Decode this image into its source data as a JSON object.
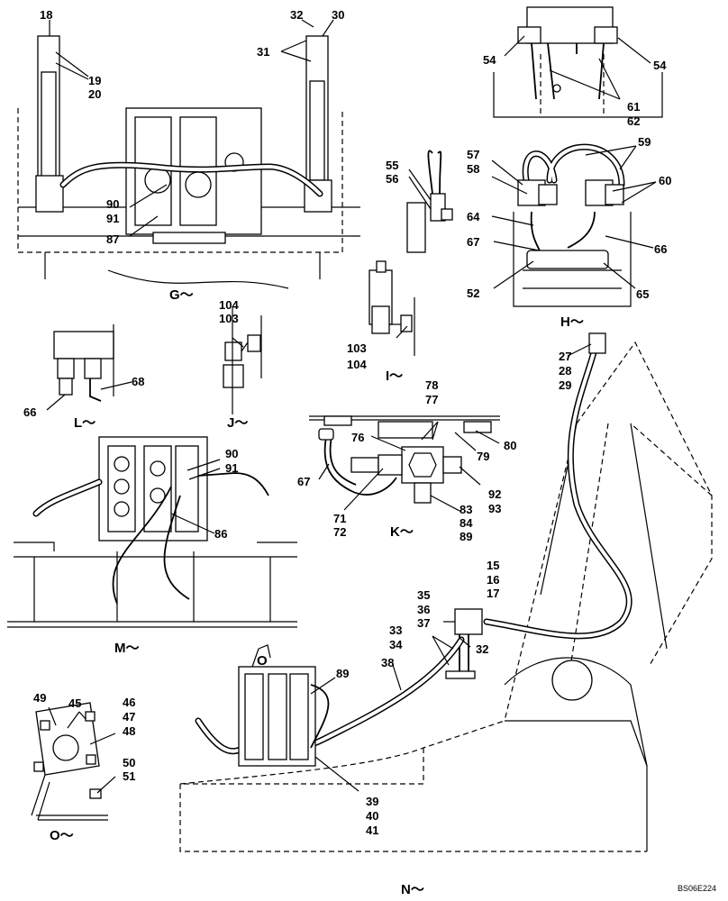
{
  "callouts": {
    "c18": "18",
    "c19": "19",
    "c20": "20",
    "c32a": "32",
    "c30": "30",
    "c31": "31",
    "c90a": "90",
    "c91a": "91",
    "c87": "87",
    "c54a": "54",
    "c54b": "54",
    "c61": "61",
    "c62": "62",
    "c57": "57",
    "c58": "58",
    "c59": "59",
    "c60": "60",
    "c55": "55",
    "c56": "56",
    "c64": "64",
    "c67a": "67",
    "c66a": "66",
    "c52": "52",
    "c65": "65",
    "c104a": "104",
    "c103a": "103",
    "c103b": "103",
    "c104b": "104",
    "c27": "27",
    "c28": "28",
    "c29": "29",
    "c66b": "66",
    "c68": "68",
    "c78": "78",
    "c77": "77",
    "c76": "76",
    "c79": "79",
    "c80": "80",
    "c67b": "67",
    "c71": "71",
    "c72": "72",
    "c92": "92",
    "c93": "93",
    "c83": "83",
    "c84": "84",
    "c89a": "89",
    "c90b": "90",
    "c91b": "91",
    "c86": "86",
    "c15": "15",
    "c16": "16",
    "c17": "17",
    "c35": "35",
    "c36": "36",
    "c37": "37",
    "c33": "33",
    "c34": "34",
    "c32b": "32",
    "c38": "38",
    "c89b": "89",
    "c39": "39",
    "c40": "40",
    "c41": "41",
    "c49": "49",
    "c45": "45",
    "c46": "46",
    "c47": "47",
    "c48": "48",
    "c50": "50",
    "c51": "51"
  },
  "views": {
    "g": "G～",
    "h": "H～",
    "i": "I～",
    "j": "J～",
    "k": "K～",
    "l": "L～",
    "m": "M～",
    "n": "N～",
    "o": "O～",
    "o_arrow": "O"
  },
  "drawing_code": "BS06E224"
}
